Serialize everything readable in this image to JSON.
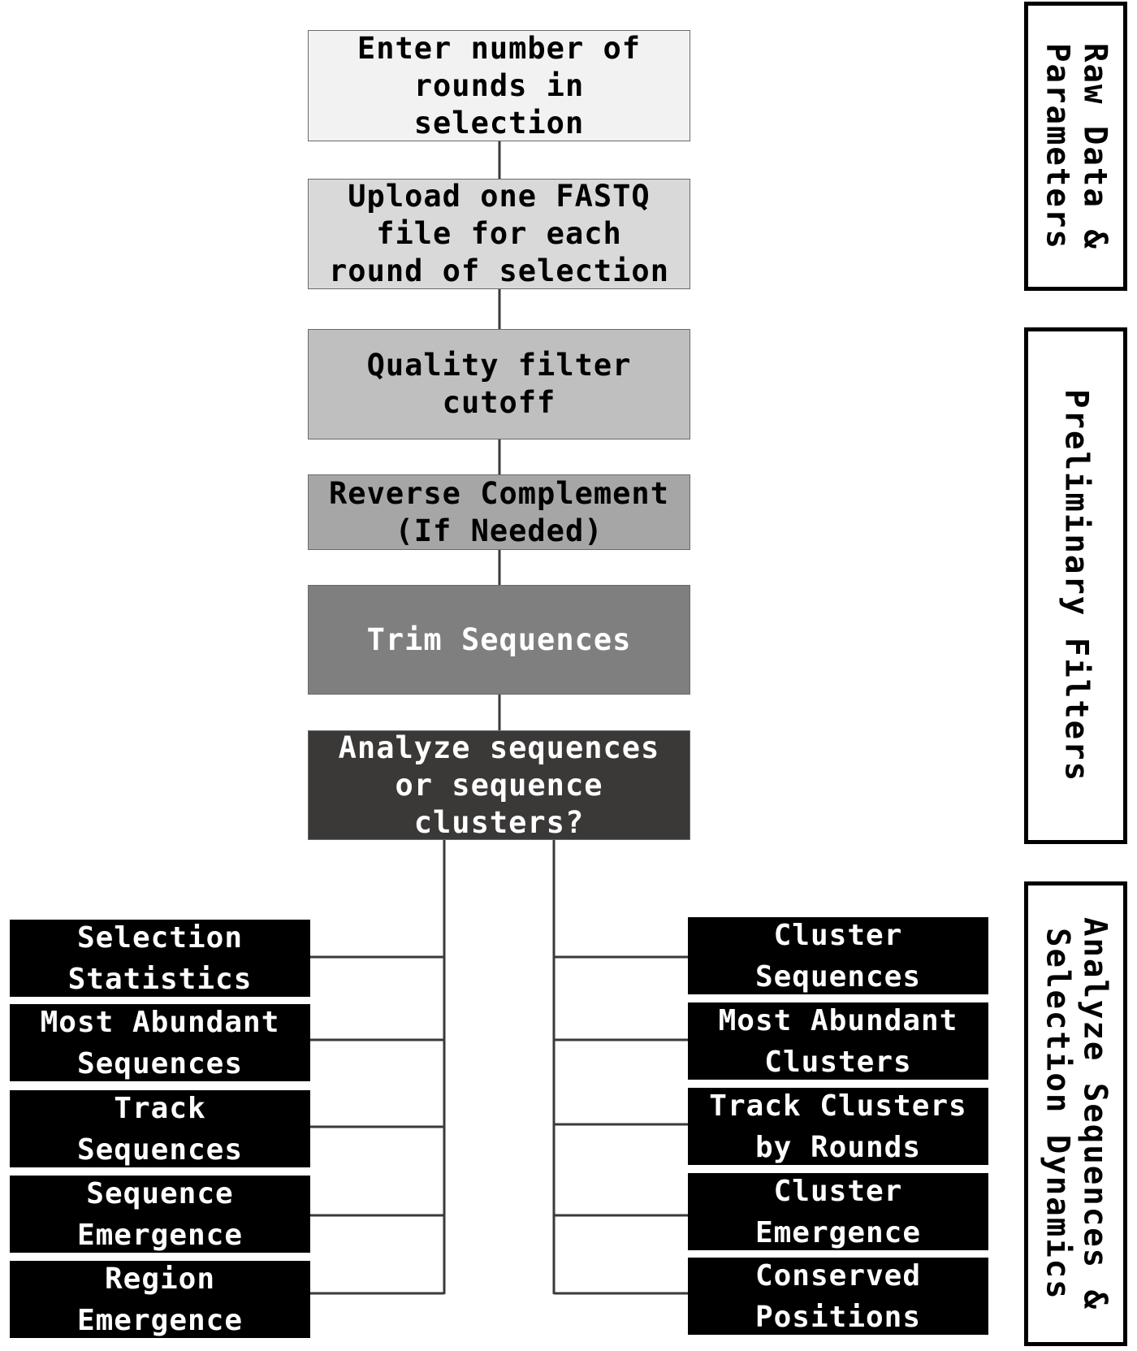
{
  "pipeline": {
    "steps": [
      {
        "label": "Enter number of\nrounds in\nselection",
        "fill": "#f2f2f2",
        "text_color": "#000000"
      },
      {
        "label": "Upload one FASTQ\nfile for each\nround of selection",
        "fill": "#d9d9d9",
        "text_color": "#000000"
      },
      {
        "label": "Quality filter\ncutoff",
        "fill": "#bfbfbf",
        "text_color": "#000000"
      },
      {
        "label": "Reverse Complement\n(If Needed)",
        "fill": "#a6a6a6",
        "text_color": "#000000"
      },
      {
        "label": "Trim Sequences",
        "fill": "#7f7f7f",
        "text_color": "#ffffff"
      },
      {
        "label": "Analyze sequences\nor sequence\nclusters?",
        "fill": "#3b3838",
        "text_color": "#ffffff"
      }
    ]
  },
  "sequence_branch": {
    "items": [
      {
        "label": "Selection\nStatistics"
      },
      {
        "label": "Most Abundant\nSequences"
      },
      {
        "label": "Track\nSequences"
      },
      {
        "label": "Sequence\nEmergence"
      },
      {
        "label": "Region\nEmergence"
      }
    ]
  },
  "cluster_branch": {
    "items": [
      {
        "label": "Cluster\nSequences"
      },
      {
        "label": "Most Abundant\nClusters"
      },
      {
        "label": "Track Clusters\nby Rounds"
      },
      {
        "label": "Cluster\nEmergence"
      },
      {
        "label": "Conserved\nPositions"
      }
    ]
  },
  "sections": [
    {
      "label": "Raw Data &\nParameters"
    },
    {
      "label": "Preliminary Filters"
    },
    {
      "label": "Analyze Sequences &\nSelection Dynamics"
    }
  ],
  "colors": {
    "leaf_fill": "#000000",
    "leaf_text": "#ffffff",
    "line": "#3a3a3a"
  }
}
